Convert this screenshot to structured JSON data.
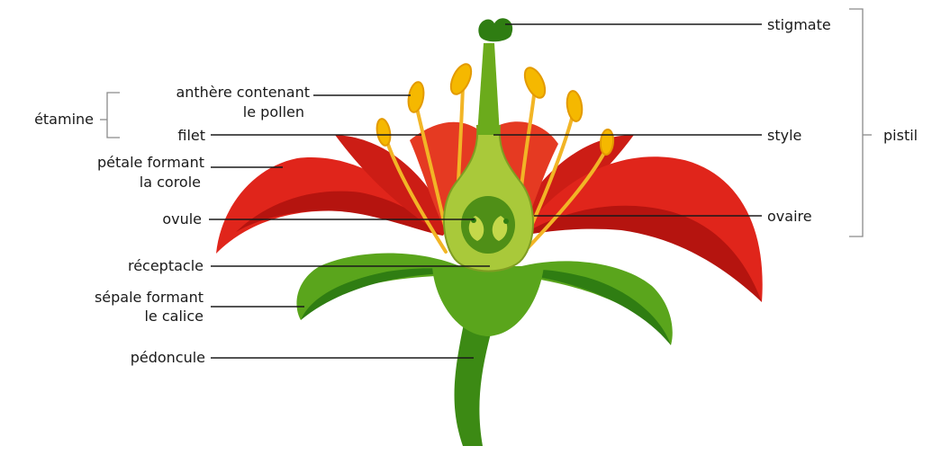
{
  "labels": {
    "stigmate": "stigmate",
    "anthere_line1": "anthère contenant",
    "anthere_line2": "le pollen",
    "etamine": "étamine",
    "filet": "filet",
    "style": "style",
    "pistil": "pistil",
    "petale_line1": "pétale formant",
    "petale_line2": "la corole",
    "ovule": "ovule",
    "ovaire": "ovaire",
    "receptacle": "réceptacle",
    "sepale_line1": "sépale formant",
    "sepale_line2": "le calice",
    "pedoncule": "pédoncule"
  },
  "colors": {
    "petal_red": "#e0251b",
    "petal_dark": "#b5140f",
    "green_dark": "#2f7d12",
    "green_mid": "#5aa51c",
    "green_light": "#a9c93a",
    "ovary_light": "#c4d84a",
    "anther_yellow": "#f5b800",
    "filament_yellow": "#f2b526",
    "leader_line": "#1a1a1a",
    "bracket_gray": "#8a8a8a"
  }
}
